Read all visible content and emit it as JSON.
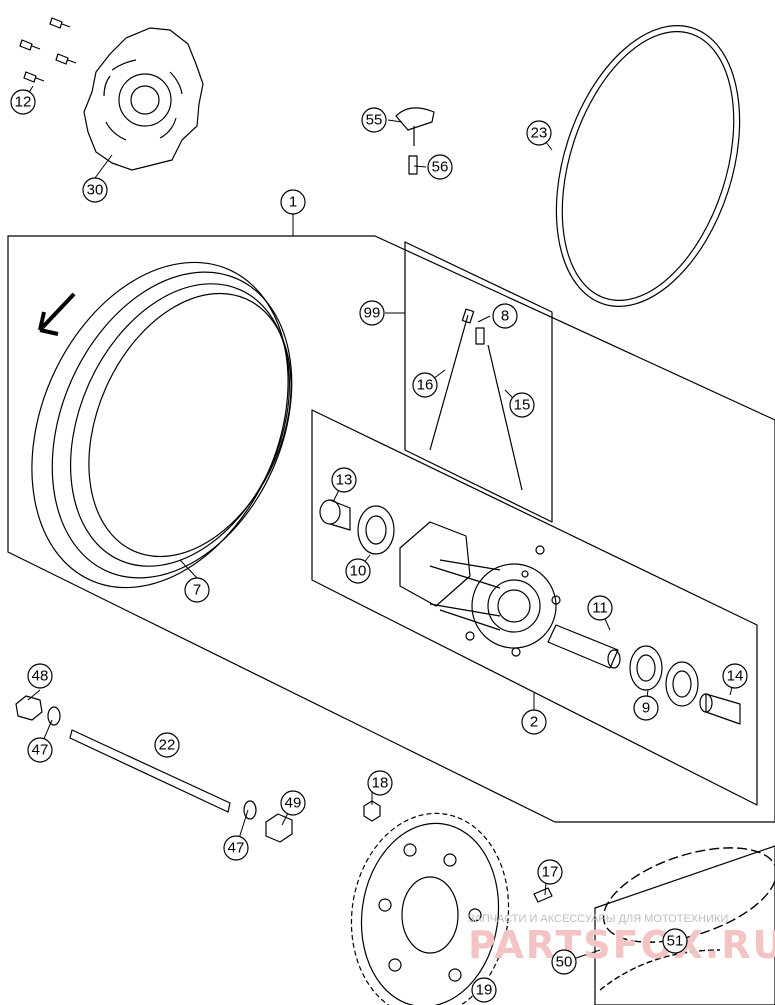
{
  "callouts": [
    {
      "id": "c1",
      "label": "1"
    },
    {
      "id": "c2",
      "label": "2"
    },
    {
      "id": "c7",
      "label": "7"
    },
    {
      "id": "c8",
      "label": "8"
    },
    {
      "id": "c9",
      "label": "9"
    },
    {
      "id": "c10",
      "label": "10"
    },
    {
      "id": "c11",
      "label": "11"
    },
    {
      "id": "c12",
      "label": "12"
    },
    {
      "id": "c13",
      "label": "13"
    },
    {
      "id": "c14",
      "label": "14"
    },
    {
      "id": "c15",
      "label": "15"
    },
    {
      "id": "c16",
      "label": "16"
    },
    {
      "id": "c17",
      "label": "17"
    },
    {
      "id": "c18",
      "label": "18"
    },
    {
      "id": "c19",
      "label": "19"
    },
    {
      "id": "c22",
      "label": "22"
    },
    {
      "id": "c23",
      "label": "23"
    },
    {
      "id": "c30",
      "label": "30"
    },
    {
      "id": "c47a",
      "label": "47"
    },
    {
      "id": "c47b",
      "label": "47"
    },
    {
      "id": "c48",
      "label": "48"
    },
    {
      "id": "c49",
      "label": "49"
    },
    {
      "id": "c50",
      "label": "50"
    },
    {
      "id": "c51",
      "label": "51"
    },
    {
      "id": "c55",
      "label": "55"
    },
    {
      "id": "c56",
      "label": "56"
    },
    {
      "id": "c99",
      "label": "99"
    }
  ],
  "watermark": {
    "tagline": "ЗАПЧАСТИ И АКСЕССУАРЫ ДЛЯ МОТОТЕХНИКИ",
    "brand": "PARTSFOX.RU"
  },
  "colors": {
    "line": "#000000",
    "watermark_text": "#bfbfbf",
    "watermark_brand": "#f3c4c4"
  }
}
